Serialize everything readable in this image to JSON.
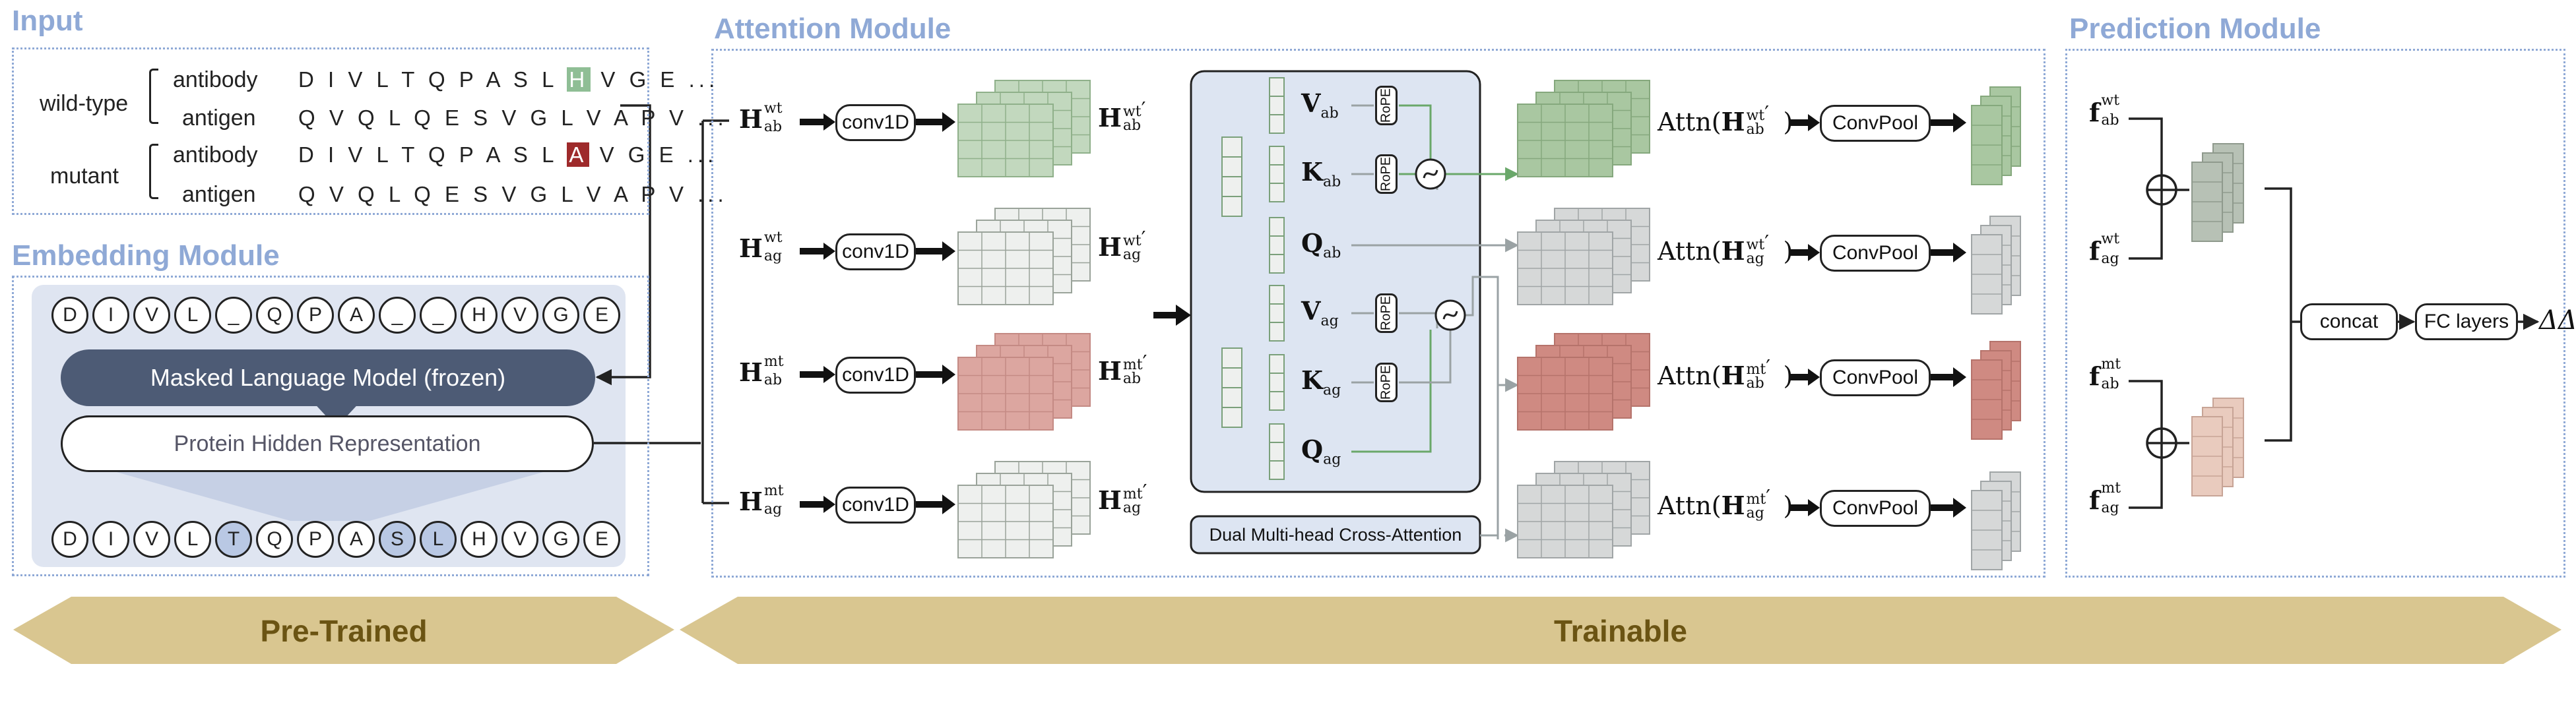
{
  "sections": {
    "input": "Input",
    "embedding": "Embedding Module",
    "attention": "Attention Module",
    "prediction": "Prediction Module"
  },
  "input": {
    "wildtype": "wild-type",
    "mutant": "mutant",
    "antibody": "antibody",
    "antigen": "antigen",
    "wt_ab_pre": "D I V L T Q P A S L",
    "wt_ab_res": "H",
    "wt_ab_post": "V G E ...",
    "wt_ag": "Q V Q L Q E S V G L V A P V ...",
    "mt_ab_pre": "D I V L T Q P A S L",
    "mt_ab_res": "A",
    "mt_ab_post": "V G E ...",
    "mt_ag": "Q V Q L Q E S V G L V A P V ..."
  },
  "embedding": {
    "masked_tokens": [
      "D",
      "I",
      "V",
      "L",
      "_",
      "Q",
      "P",
      "A",
      "_",
      "_",
      "H",
      "V",
      "G",
      "E"
    ],
    "full_tokens": [
      "D",
      "I",
      "V",
      "L",
      "T",
      "Q",
      "P",
      "A",
      "S",
      "L",
      "H",
      "V",
      "G",
      "E"
    ],
    "highlight_indices": [
      4,
      8,
      9
    ],
    "mlm": "Masked Language Model (frozen)",
    "phr": "Protein Hidden Representation"
  },
  "attention": {
    "conv": "conv1D",
    "convpool": "ConvPool",
    "rope": "RoPE",
    "dual": "Dual Multi-head Cross-Attention",
    "v": "V",
    "k": "K",
    "q": "Q",
    "ab": "ab",
    "ag": "ag",
    "wt": "wt",
    "mt": "mt",
    "H": "H",
    "attn": "Attn",
    "prime": "′"
  },
  "prediction": {
    "f": "f",
    "concat": "concat",
    "fc": "FC layers",
    "out": "ΔΔG"
  },
  "banners": {
    "pretrained": "Pre-Trained",
    "trainable": "Trainable"
  },
  "colors": {
    "section_title": "#8fa9d6",
    "wt_highlight": "#8fbe95",
    "mt_highlight": "#9e2a2b",
    "mlm_fill": "#4d5b75",
    "embed_bg": "#dfe5f1",
    "attn_panel": "#dde5f2",
    "green": "#c2d8be",
    "white": "#eef0ee",
    "red": "#dca6a0",
    "gray": "#d6d8d8",
    "banner": "#d9c690"
  }
}
